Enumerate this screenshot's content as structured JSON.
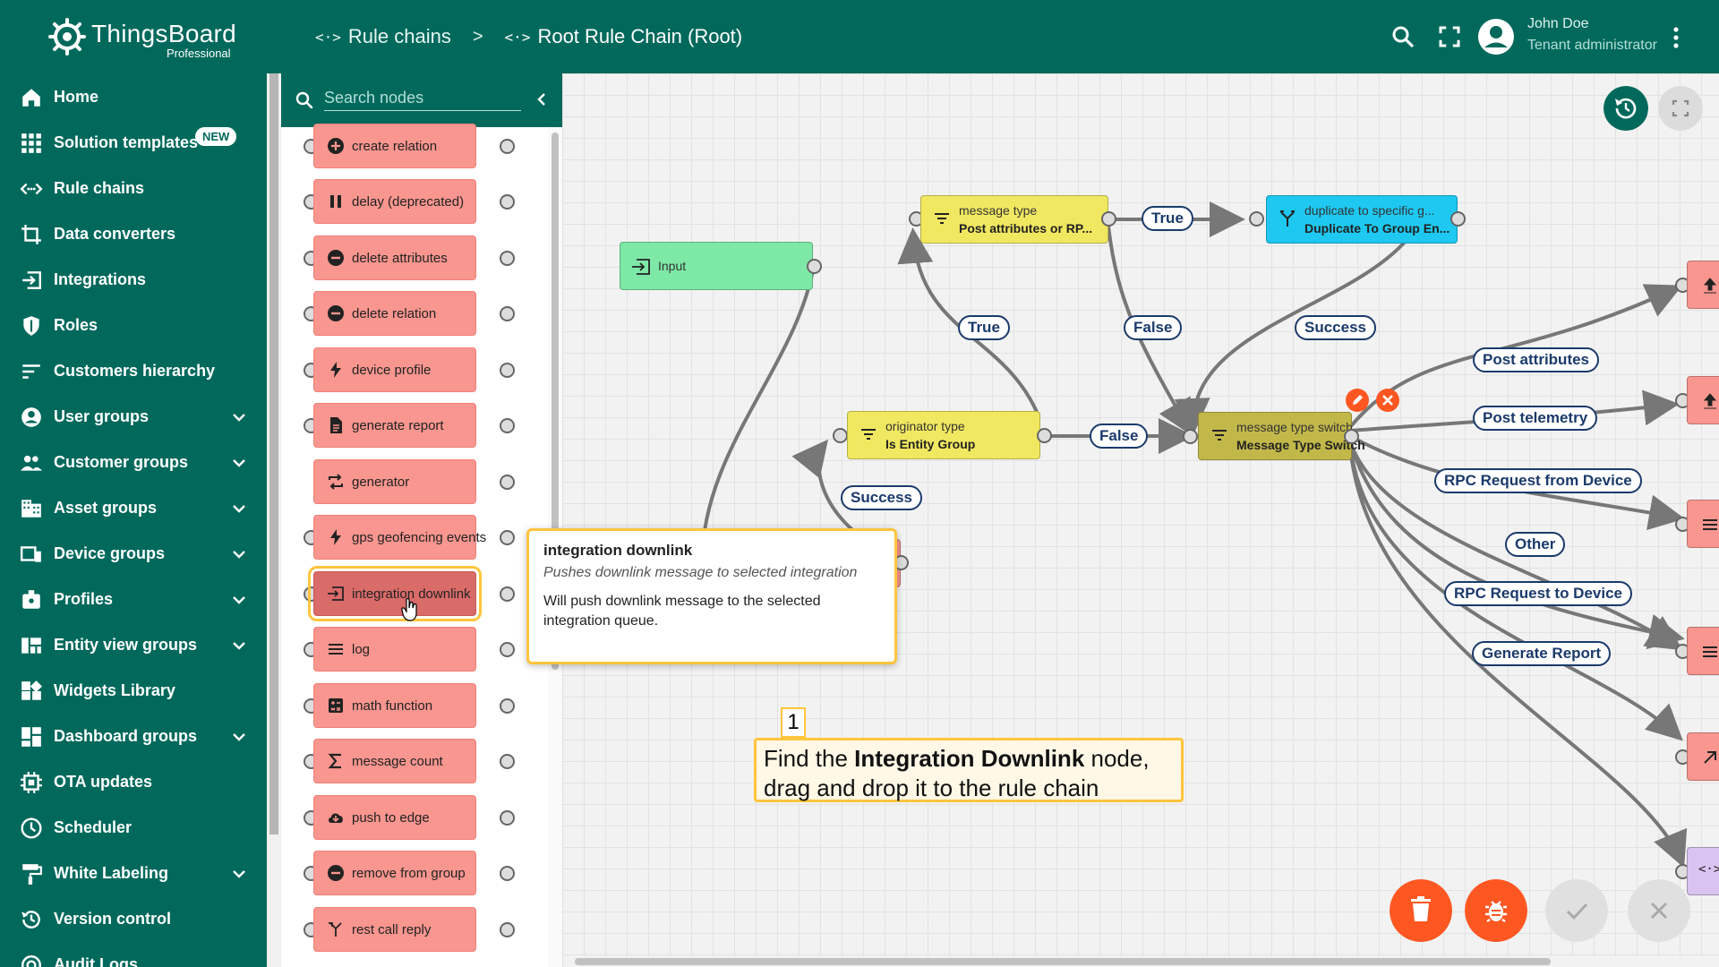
{
  "app": {
    "brand": "ThingsBoard",
    "edition": "Professional"
  },
  "breadcrumbs": [
    {
      "label": "Rule chains",
      "icon": "rule-chains-icon"
    },
    {
      "label": "Root Rule Chain (Root)",
      "icon": "rule-chains-icon"
    }
  ],
  "breadcrumb_sep": ">",
  "user": {
    "name": "John Doe",
    "role": "Tenant administrator"
  },
  "sidebar": {
    "items": [
      {
        "label": "Home",
        "icon": "home-icon"
      },
      {
        "label": "Solution templates",
        "icon": "apps-grid-icon",
        "badge": "NEW"
      },
      {
        "label": "Rule chains",
        "icon": "rule-chains-icon"
      },
      {
        "label": "Data converters",
        "icon": "crop-icon"
      },
      {
        "label": "Integrations",
        "icon": "input-icon"
      },
      {
        "label": "Roles",
        "icon": "shield-icon"
      },
      {
        "label": "Customers hierarchy",
        "icon": "sort-icon"
      },
      {
        "label": "User groups",
        "icon": "account-circle-icon",
        "expandable": true
      },
      {
        "label": "Customer groups",
        "icon": "people-icon",
        "expandable": true
      },
      {
        "label": "Asset groups",
        "icon": "domain-icon",
        "expandable": true
      },
      {
        "label": "Device groups",
        "icon": "devices-icon",
        "expandable": true
      },
      {
        "label": "Profiles",
        "icon": "badge-icon",
        "expandable": true
      },
      {
        "label": "Entity view groups",
        "icon": "view-quilt-icon",
        "expandable": true
      },
      {
        "label": "Widgets Library",
        "icon": "widgets-icon"
      },
      {
        "label": "Dashboard groups",
        "icon": "dashboard-icon",
        "expandable": true
      },
      {
        "label": "OTA updates",
        "icon": "memory-icon"
      },
      {
        "label": "Scheduler",
        "icon": "clock-icon"
      },
      {
        "label": "White Labeling",
        "icon": "format-paint-icon",
        "expandable": true
      },
      {
        "label": "Version control",
        "icon": "history-icon"
      },
      {
        "label": "Audit Logs",
        "icon": "track-changes-icon"
      }
    ]
  },
  "library": {
    "search_placeholder": "Search nodes",
    "nodes": [
      {
        "label": "create relation",
        "icon": "add-circle-icon"
      },
      {
        "label": "delay (deprecated)",
        "icon": "pause-icon"
      },
      {
        "label": "delete attributes",
        "icon": "remove-circle-icon"
      },
      {
        "label": "delete relation",
        "icon": "remove-circle-icon"
      },
      {
        "label": "device profile",
        "icon": "flash-icon"
      },
      {
        "label": "generate report",
        "icon": "description-icon"
      },
      {
        "label": "generator",
        "icon": "repeat-icon"
      },
      {
        "label": "gps geofencing events",
        "icon": "flash-icon"
      },
      {
        "label": "integration downlink",
        "icon": "input-icon",
        "active": true
      },
      {
        "label": "log",
        "icon": "menu-icon"
      },
      {
        "label": "math function",
        "icon": "calculate-icon"
      },
      {
        "label": "message count",
        "icon": "sigma-icon"
      },
      {
        "label": "push to edge",
        "icon": "cloud-download-icon"
      },
      {
        "label": "remove from group",
        "icon": "remove-circle-icon"
      },
      {
        "label": "rest call reply",
        "icon": "call-merge-icon"
      }
    ]
  },
  "tooltip": {
    "title": "integration downlink",
    "subtitle": "Pushes downlink message to selected integration",
    "body": "Will push downlink message to the selected integration queue."
  },
  "hint": {
    "step": "1",
    "text_before": "Find the ",
    "text_bold": "Integration Downlink",
    "text_after": " node, drag and drop it to the rule chain"
  },
  "rule_nodes": {
    "input": {
      "label": "Input"
    },
    "msg_type_filter": {
      "type": "message type",
      "name": "Post attributes or RP..."
    },
    "duplicate": {
      "type": "duplicate to specific g...",
      "name": "Duplicate To Group En..."
    },
    "originator_type": {
      "type": "originator type",
      "name": "Is Entity Group"
    },
    "switch": {
      "type": "message type switch",
      "name": "Message Type Switch"
    }
  },
  "edge_labels": {
    "true_top": "True",
    "true_left": "True",
    "false_down": "False",
    "success_dup": "Success",
    "false_mid": "False",
    "success_left": "Success",
    "post_attributes": "Post attributes",
    "post_telemetry": "Post telemetry",
    "rpc_from_device": "RPC Request from Device",
    "other": "Other",
    "rpc_to_device": "RPC Request to Device",
    "generate_report": "Generate Report"
  },
  "colors": {
    "primary": "#00695c",
    "action_node": "#f9968f",
    "input_node": "#7ee8a6",
    "filter_node": "#f1e861",
    "transform_node": "#1ec8f0",
    "switch_node": "#c2b84a",
    "fab_accent": "#ff5722",
    "hint_border": "#ffc53d"
  }
}
